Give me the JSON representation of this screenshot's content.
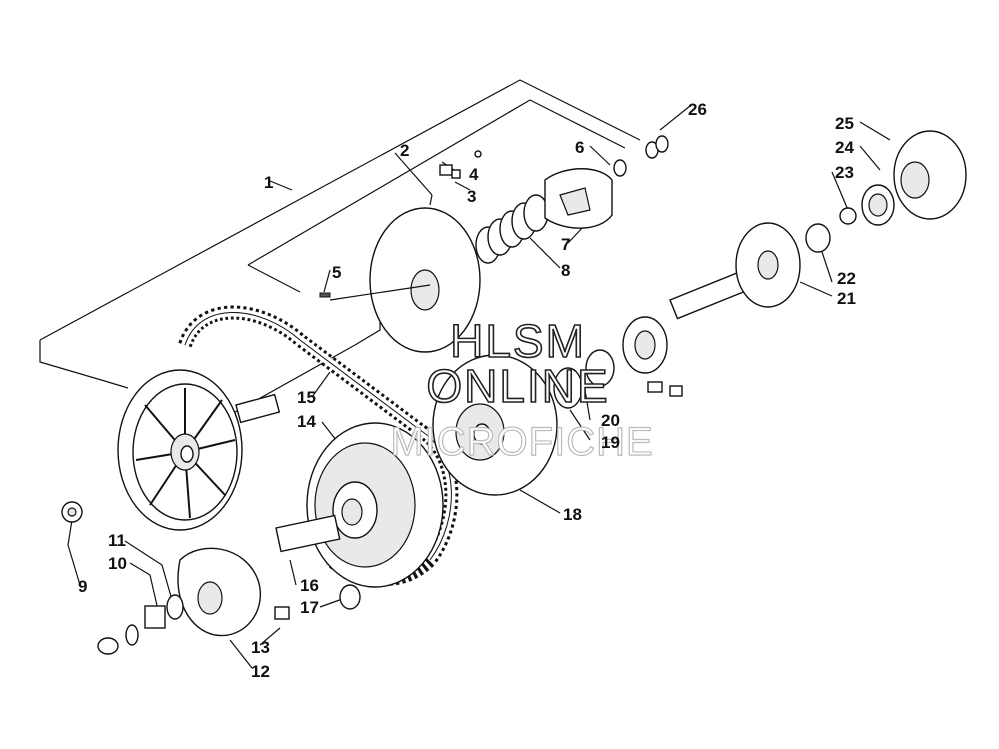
{
  "watermark": {
    "line1": "HLSM",
    "line2": "ONLINE",
    "line3": "MICROFICHE"
  },
  "callouts": [
    "1",
    "2",
    "3",
    "4",
    "5",
    "6",
    "7",
    "8",
    "9",
    "10",
    "11",
    "12",
    "13",
    "14",
    "15",
    "16",
    "17",
    "18",
    "19",
    "20",
    "21",
    "22",
    "23",
    "24",
    "25",
    "26"
  ]
}
